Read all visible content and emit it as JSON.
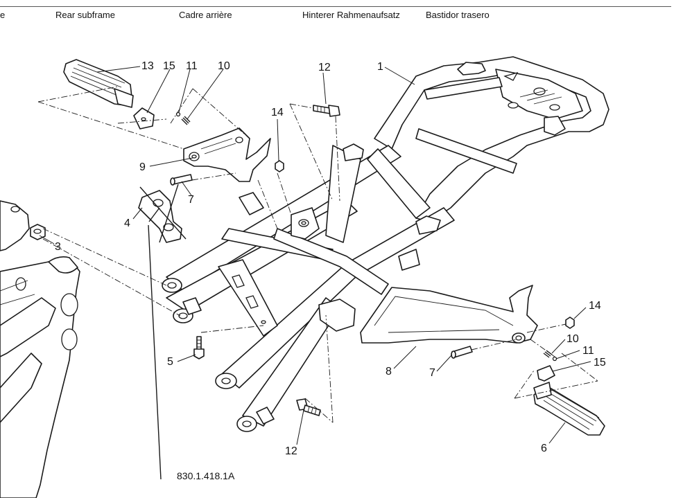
{
  "header": {
    "label_e": "e",
    "label_en": "Rear subframe",
    "label_fr": "Cadre arrière",
    "label_de": "Hinterer Rahmenaufsatz",
    "label_es": "Bastidor trasero"
  },
  "callouts": {
    "c1": "1",
    "c3": "3",
    "c4": "4",
    "c5": "5",
    "c6": "6",
    "c7a": "7",
    "c7b": "7",
    "c8": "8",
    "c9": "9",
    "c10a": "10",
    "c10b": "10",
    "c11a": "11",
    "c11b": "11",
    "c12a": "12",
    "c12b": "12",
    "c13": "13",
    "c14a": "14",
    "c14b": "14",
    "c15a": "15",
    "c15b": "15"
  },
  "drawing_code": "830.1.418.1A"
}
